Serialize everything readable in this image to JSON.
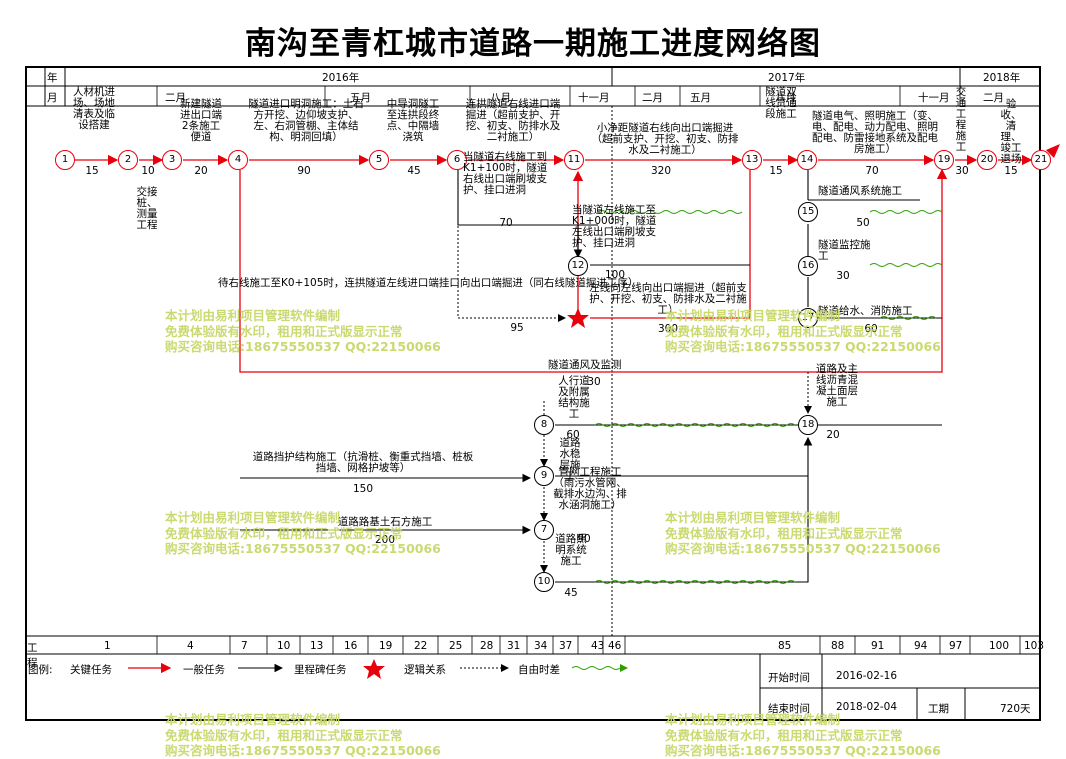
{
  "title": "南沟至青杠城市道路一期施工进度网络图",
  "header": {
    "year_label": "年",
    "month_label": "月",
    "years": [
      "2016年",
      "2017年",
      "2018年"
    ],
    "months": [
      "二月",
      "五月",
      "八月",
      "十一月",
      "二月",
      "五月",
      "八月",
      "十一月",
      "二月"
    ],
    "ticks_label": "工程",
    "ticks": [
      "1",
      "4",
      "7",
      "10",
      "13",
      "16",
      "19",
      "22",
      "25",
      "28",
      "31",
      "34",
      "37",
      "43",
      "46",
      "85",
      "88",
      "91",
      "94",
      "97",
      "100",
      "103"
    ]
  },
  "nodes": [
    "1",
    "2",
    "3",
    "4",
    "5",
    "6",
    "11",
    "13",
    "14",
    "19",
    "20",
    "21",
    "15",
    "16",
    "17",
    "12",
    "8",
    "9",
    "7",
    "10",
    "18"
  ],
  "activities": {
    "a1": "人材机进场、场地清表及临设搭建",
    "d1": "15",
    "a2": "交接桩、测量工程",
    "d2": "10",
    "a3": "新建隧道进出口端2条施工便道",
    "d3": "20",
    "a4": "隧道进口明洞施工：土石方开挖、边仰坡支护、左、右洞管棚、主体结构、明洞回填）",
    "d4": "90",
    "a5": "中导洞隧工至连拱段终点、中隔墙浇筑",
    "d5": "45",
    "a6": "连拱隧道右线进口端掘进（超前支护、开挖、初支、防排水及二衬施工）",
    "a6b": "当隧道右线施工到K1+100时，隧道右线出口端刷坡支护、挂口进洞",
    "d6b": "70",
    "a7": "小净距隧道右线向出口端掘进（超前支护、开挖、初支、防排水及二衬施工）",
    "d7": "320",
    "a8": "隧道双线贯通段施工",
    "d8": "15",
    "a9": "隧道电气、照明施工（变、电、配电、动力配电、照明配电、防雷接地系统及配电房施工）",
    "d9": "70",
    "a10": "交通工程施工",
    "d10": "30",
    "a11": "验收、清理、竣工退场",
    "d11": "15",
    "a12": "当隧道左线施工至K1+000时，隧道左线出口端刷坡支护、挂口进洞",
    "d12": "100",
    "a13": "待右线施工至K0+105时，连拱隧道左线进口端挂口向出口端掘进（同右线隧道掘进工序）",
    "d13": "95",
    "a14": "左线向左线向出口端掘进（超前支护、开挖、初支、防排水及二衬施工）",
    "d14": "300",
    "a15": "隧道通风系统施工",
    "d15": "50",
    "a16": "隧道监控施工",
    "d16": "30",
    "a17": "隧道给水、消防施工",
    "d17": "60",
    "a18": "隧道通风及监测",
    "d18": "30",
    "a19": "人行道及附属结构施工",
    "d19": "60",
    "a20": "道路及主线沥青混凝土面层施工",
    "d20": "20",
    "a21": "道路挡护结构施工（抗滑桩、衡重式挡墙、桩板挡墙、网格护坡等）",
    "d21": "150",
    "a22": "道路水稳层施工",
    "a23": "管网工程施工（雨污水管网、截排水边沟、排水涵洞施工）",
    "a24": "道路路基土石方施工",
    "d24": "200",
    "a25": "道路照明系统施工",
    "d25": "90",
    "d25b": "45"
  },
  "legend": {
    "label": "图例:",
    "items": [
      "关键任务",
      "一般任务",
      "里程碑任务",
      "逻辑关系",
      "自由时差"
    ]
  },
  "info": {
    "start_label": "开始时间",
    "start_value": "2016-02-16",
    "end_label": "结束时间",
    "end_value": "2018-02-04",
    "duration_label": "工期",
    "duration_value": "720天"
  },
  "watermark": {
    "line1": "本计划由易利项目管理软件编制",
    "line2": "免费体验版有水印，租用和正式版显示正常",
    "line3": "购买咨询电话:18675550537 QQ:22150066"
  },
  "colors": {
    "critical": "#e8000b",
    "normal": "#000000",
    "float": "#2aa000",
    "watermark": "#c9d86a"
  }
}
